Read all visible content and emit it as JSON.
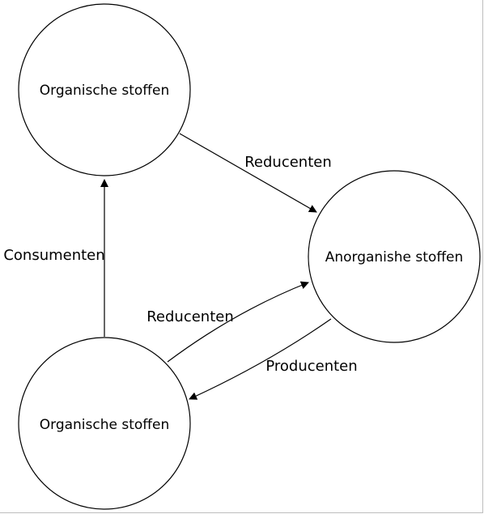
{
  "diagram": {
    "nodes": {
      "top": {
        "label": "Organische stoffen"
      },
      "right": {
        "label": "Anorganishe stoffen"
      },
      "bottom": {
        "label": "Organische stoffen"
      }
    },
    "edges": {
      "top_to_right": {
        "label": "Reducenten"
      },
      "bottom_to_top": {
        "label": "Consumenten"
      },
      "bottom_to_right": {
        "label": "Reducenten"
      },
      "right_to_bottom": {
        "label": "Producenten"
      }
    }
  }
}
